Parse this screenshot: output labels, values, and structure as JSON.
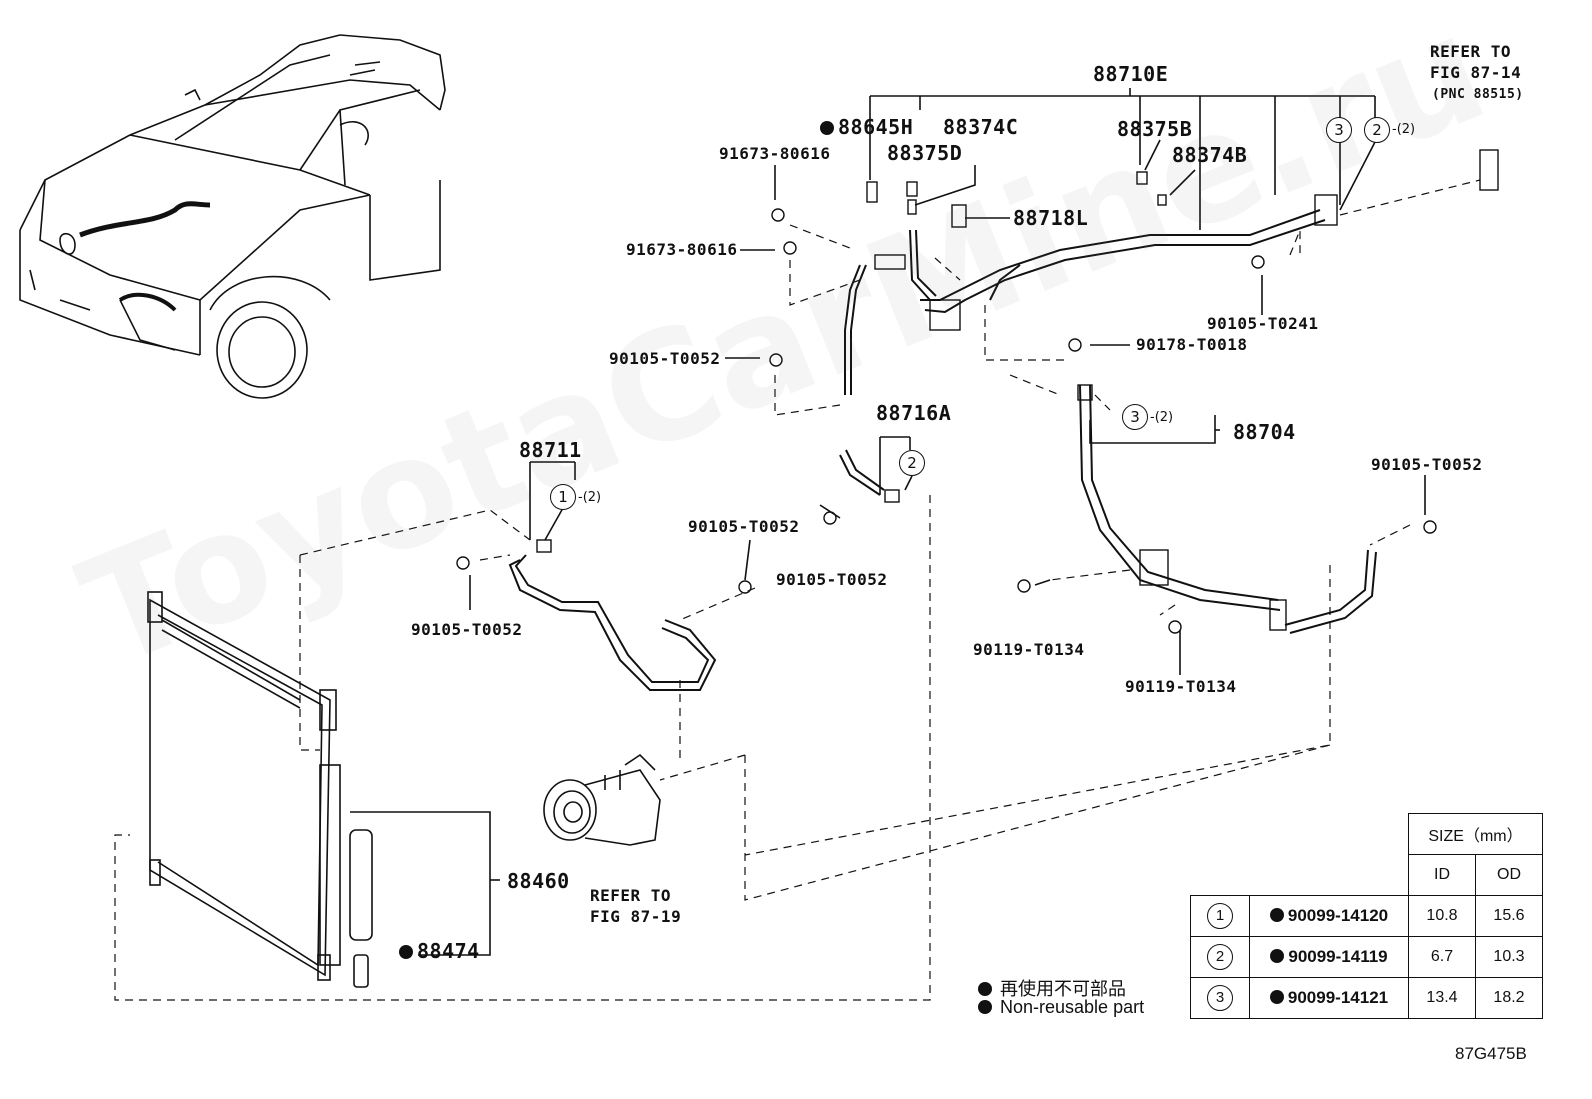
{
  "diagram": {
    "refer_top": {
      "line1": "REFER TO",
      "line2": "FIG 87-14",
      "line3": "(PNC 88515)"
    },
    "refer_bottom": {
      "line1": "REFER TO",
      "line2": "FIG 87-19"
    },
    "parts": {
      "p88710E": "88710E",
      "p88645H": "88645H",
      "p88374C": "88374C",
      "p88375D": "88375D",
      "p88375B": "88375B",
      "p88374B": "88374B",
      "p88718L": "88718L",
      "p91673a": "91673-80616",
      "p91673b": "91673-80616",
      "p90105_T0241": "90105-T0241",
      "p90178_T0018": "90178-T0018",
      "p90105_T0052_a": "90105-T0052",
      "p88716A": "88716A",
      "p88704": "88704",
      "p90105_T0052_b": "90105-T0052",
      "p88711": "88711",
      "p90105_T0052_c": "90105-T0052",
      "p90105_T0052_d": "90105-T0052",
      "p90105_T0052_e": "90105-T0052",
      "p90119_T0134_a": "90119-T0134",
      "p90119_T0134_b": "90119-T0134",
      "p88460": "88460",
      "p88474": "88474"
    },
    "callouts": {
      "c1": "1",
      "c2a": "2",
      "c3a": "3",
      "c3b": "3",
      "c2b": "2",
      "q2": "-(2)",
      "q3": "-(2)",
      "q1": "-(2)"
    },
    "legend": {
      "jp": "再使用不可部品",
      "en": "Non-reusable part"
    },
    "watermark": "ToyotaCarMine.ru",
    "drawing_code": "87G475B"
  },
  "size_table": {
    "header": "SIZE（mm）",
    "col_id": "ID",
    "col_od": "OD",
    "rows": [
      {
        "ref": "1",
        "part": "90099-14120",
        "id": "10.8",
        "od": "15.6"
      },
      {
        "ref": "2",
        "part": "90099-14119",
        "id": "6.7",
        "od": "10.3"
      },
      {
        "ref": "3",
        "part": "90099-14121",
        "id": "13.4",
        "od": "18.2"
      }
    ]
  },
  "colors": {
    "ink": "#111111",
    "background": "#ffffff"
  }
}
